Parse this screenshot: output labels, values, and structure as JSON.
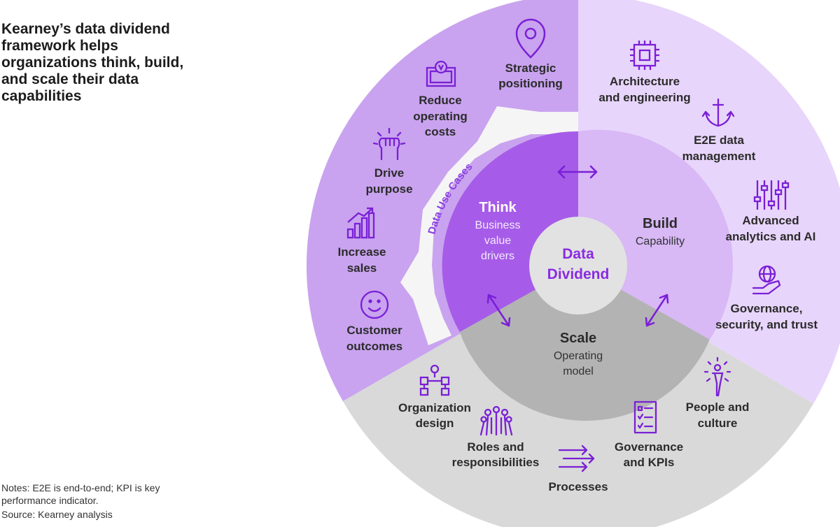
{
  "title": "Kearney’s data dividend framework helps organizations think, build, and scale their data capabilities",
  "notes": {
    "line1": "Notes: E2E is end-to-end; KPI is key performance indicator.",
    "source": "Source: Kearney analysis"
  },
  "colors": {
    "think_outer": "#c9a3ef",
    "build_outer": "#e8d5fb",
    "scale_outer": "#d9d9d9",
    "think_inner": "#a65ce8",
    "build_inner": "#d8b8f5",
    "scale_inner": "#b3b3b3",
    "center": "#e2e2e2",
    "accent": "#7a1fd6",
    "text_dark": "#2b2b2b"
  },
  "center": {
    "line1": "Data",
    "line2": "Dividend"
  },
  "ring_label": "Data Use Cases",
  "segments": {
    "think": {
      "title": "Think",
      "sub1": "Business",
      "sub2": "value",
      "sub3": "drivers"
    },
    "build": {
      "title": "Build",
      "sub1": "Capability"
    },
    "scale": {
      "title": "Scale",
      "sub1": "Operating",
      "sub2": "model"
    }
  },
  "think_items": [
    {
      "icon": "location-pin-icon",
      "l1": "Strategic",
      "l2": "positioning"
    },
    {
      "icon": "money-bill-icon",
      "l1": "Reduce",
      "l2": "operating",
      "l3": "costs"
    },
    {
      "icon": "raised-fist-icon",
      "l1": "Drive",
      "l2": "purpose"
    },
    {
      "icon": "growth-bar-chart-icon",
      "l1": "Increase",
      "l2": "sales"
    },
    {
      "icon": "smiley-face-icon",
      "l1": "Customer",
      "l2": "outcomes"
    }
  ],
  "build_items": [
    {
      "icon": "chip-icon",
      "l1": "Architecture",
      "l2": "and engineering"
    },
    {
      "icon": "anchor-icon",
      "l1": "E2E data",
      "l2": "management"
    },
    {
      "icon": "sliders-icon",
      "l1": "Advanced",
      "l2": "analytics and AI"
    },
    {
      "icon": "globe-hand-icon",
      "l1": "Governance,",
      "l2": "security, and trust"
    }
  ],
  "scale_items": [
    {
      "icon": "org-chart-icon",
      "l1": "Organization",
      "l2": "design"
    },
    {
      "icon": "people-group-icon",
      "l1": "Roles and",
      "l2": "responsibilities"
    },
    {
      "icon": "arrows-icon",
      "l1": "Processes"
    },
    {
      "icon": "checklist-icon",
      "l1": "Governance",
      "l2": "and KPIs"
    },
    {
      "icon": "person-spark-icon",
      "l1": "People and",
      "l2": "culture"
    }
  ]
}
